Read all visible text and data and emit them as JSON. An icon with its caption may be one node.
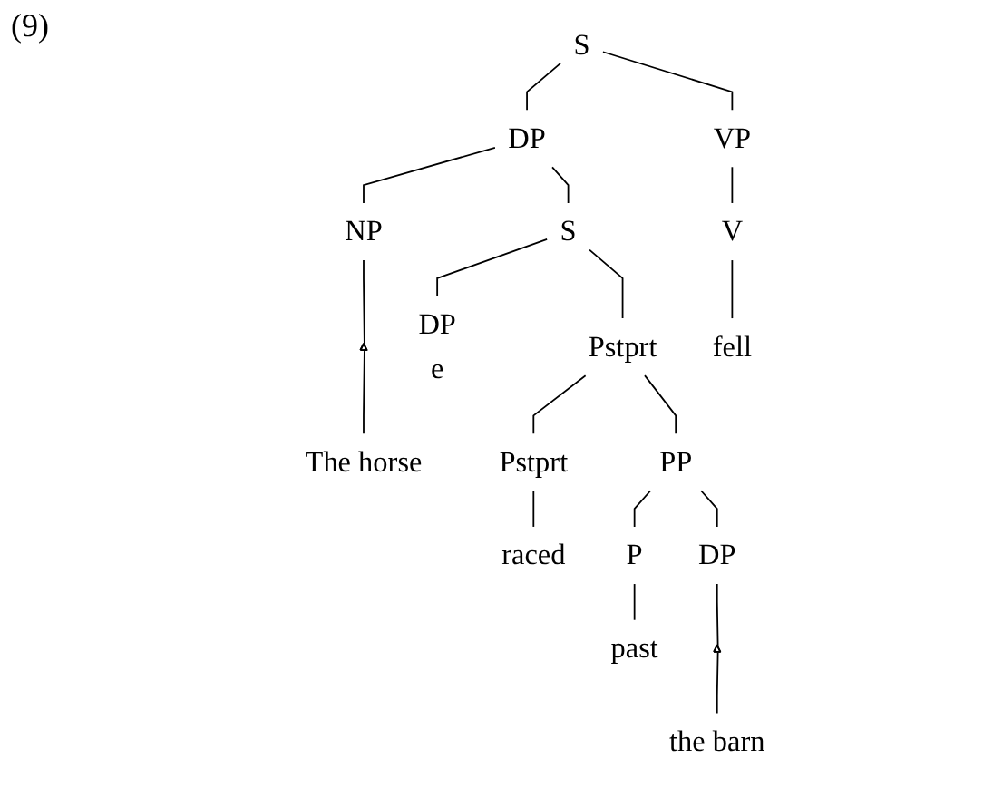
{
  "diagram": {
    "nodes": [
      {
        "text": [
          "S"
        ]
      },
      {
        "text": [
          "DP"
        ]
      },
      {
        "text": [
          "VP"
        ]
      },
      {
        "text": [
          "NP"
        ]
      },
      {
        "text": [],
        "shape": "triangle"
      },
      {
        "text": [
          "The horse"
        ]
      },
      {
        "text": [
          "S"
        ]
      },
      {
        "text": [
          "DP",
          "e"
        ]
      },
      {
        "text": [
          "Pstprt"
        ]
      },
      {
        "text": [
          "Pstprt"
        ]
      },
      {
        "text": [
          "PP"
        ]
      },
      {
        "text": [
          "raced"
        ]
      },
      {
        "text": [
          "P"
        ]
      },
      {
        "text": [
          "DP"
        ]
      },
      {
        "text": [
          "past"
        ]
      },
      {
        "text": [],
        "shape": "triangle"
      },
      {
        "text": [
          "the barn"
        ]
      },
      {
        "text": [
          "V"
        ]
      },
      {
        "text": [
          "fell"
        ]
      }
    ],
    "edges": [
      {
        "from": 0,
        "to": 1,
        "arrow": "none"
      },
      {
        "from": 0,
        "to": 2,
        "arrow": "none"
      },
      {
        "from": 1,
        "to": 3,
        "arrow": "none"
      },
      {
        "from": 1,
        "to": 6,
        "arrow": "none"
      },
      {
        "from": 3,
        "to": 4,
        "arrow": "none"
      },
      {
        "from": 4,
        "to": 5,
        "arrow": "none"
      },
      {
        "from": 6,
        "to": 7,
        "arrow": "none"
      },
      {
        "from": 6,
        "to": 8,
        "arrow": "none"
      },
      {
        "from": 8,
        "to": 9,
        "arrow": "none"
      },
      {
        "from": 8,
        "to": 10,
        "arrow": "none"
      },
      {
        "from": 9,
        "to": 11,
        "arrow": "none"
      },
      {
        "from": 10,
        "to": 12,
        "arrow": "none"
      },
      {
        "from": 10,
        "to": 13,
        "arrow": "none"
      },
      {
        "from": 12,
        "to": 14,
        "arrow": "none"
      },
      {
        "from": 13,
        "to": 15,
        "arrow": "none"
      },
      {
        "from": 15,
        "to": 16,
        "arrow": "none"
      },
      {
        "from": 2,
        "to": 17,
        "arrow": "none"
      },
      {
        "from": 17,
        "to": 18,
        "arrow": "none"
      }
    ],
    "labels": [
      "(9)"
    ]
  }
}
